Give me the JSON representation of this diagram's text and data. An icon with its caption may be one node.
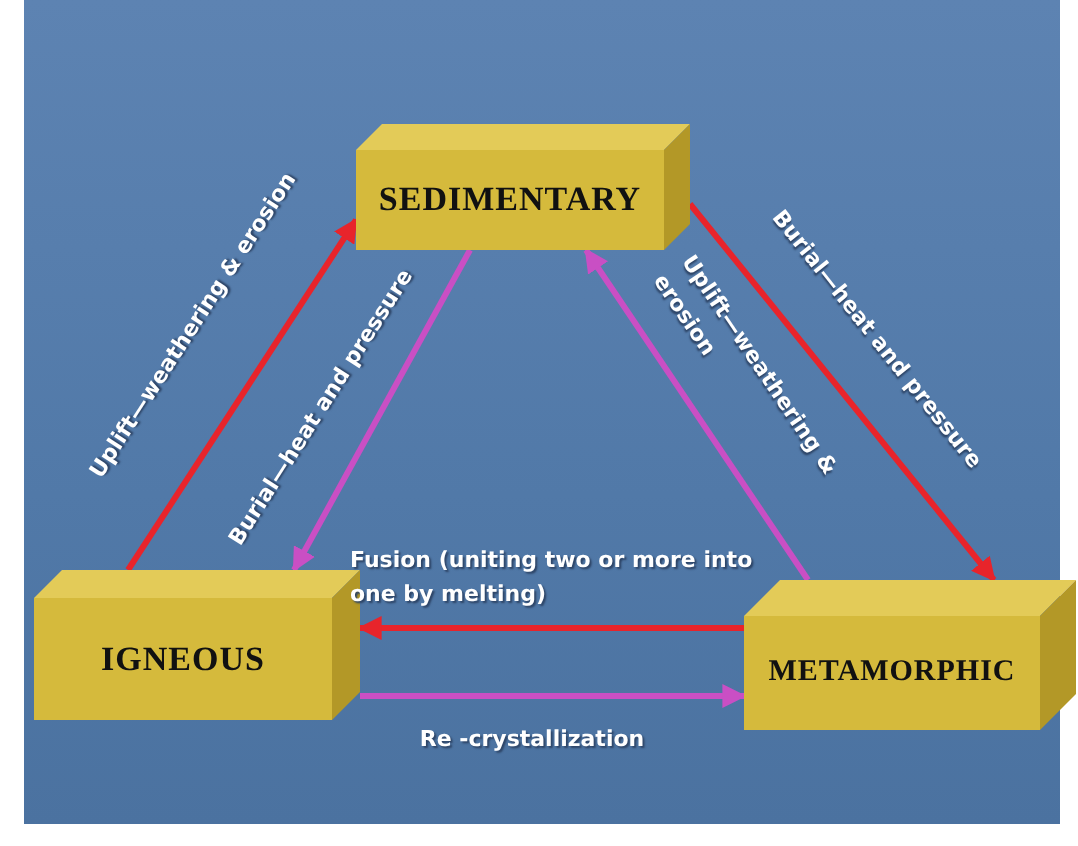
{
  "diagram": {
    "nodes": [
      {
        "text": [
          "SEDIMENTARY"
        ]
      },
      {
        "text": [
          "IGNEOUS"
        ]
      },
      {
        "text": [
          "METAMORPHIC"
        ]
      }
    ],
    "edges": [
      {
        "from": 1,
        "to": 0,
        "arrow": "to",
        "label": "Uplift—weathering & erosion"
      },
      {
        "from": 0,
        "to": 1,
        "arrow": "to",
        "label": "Burial—heat and pressure",
        "color": "#c94fc4"
      },
      {
        "from": 0,
        "to": 2,
        "arrow": "to",
        "label": "Burial—heat and pressure"
      },
      {
        "from": 2,
        "to": 0,
        "arrow": "to",
        "label": "Uplift—weathering & erosion",
        "color": "#c94fc4"
      },
      {
        "from": 2,
        "to": 1,
        "arrow": "to",
        "label": "Fusion (uniting two or more into one by melting)"
      },
      {
        "from": 1,
        "to": 2,
        "arrow": "to",
        "label": "Re -crystallization",
        "color": "#c94fc4"
      }
    ]
  }
}
